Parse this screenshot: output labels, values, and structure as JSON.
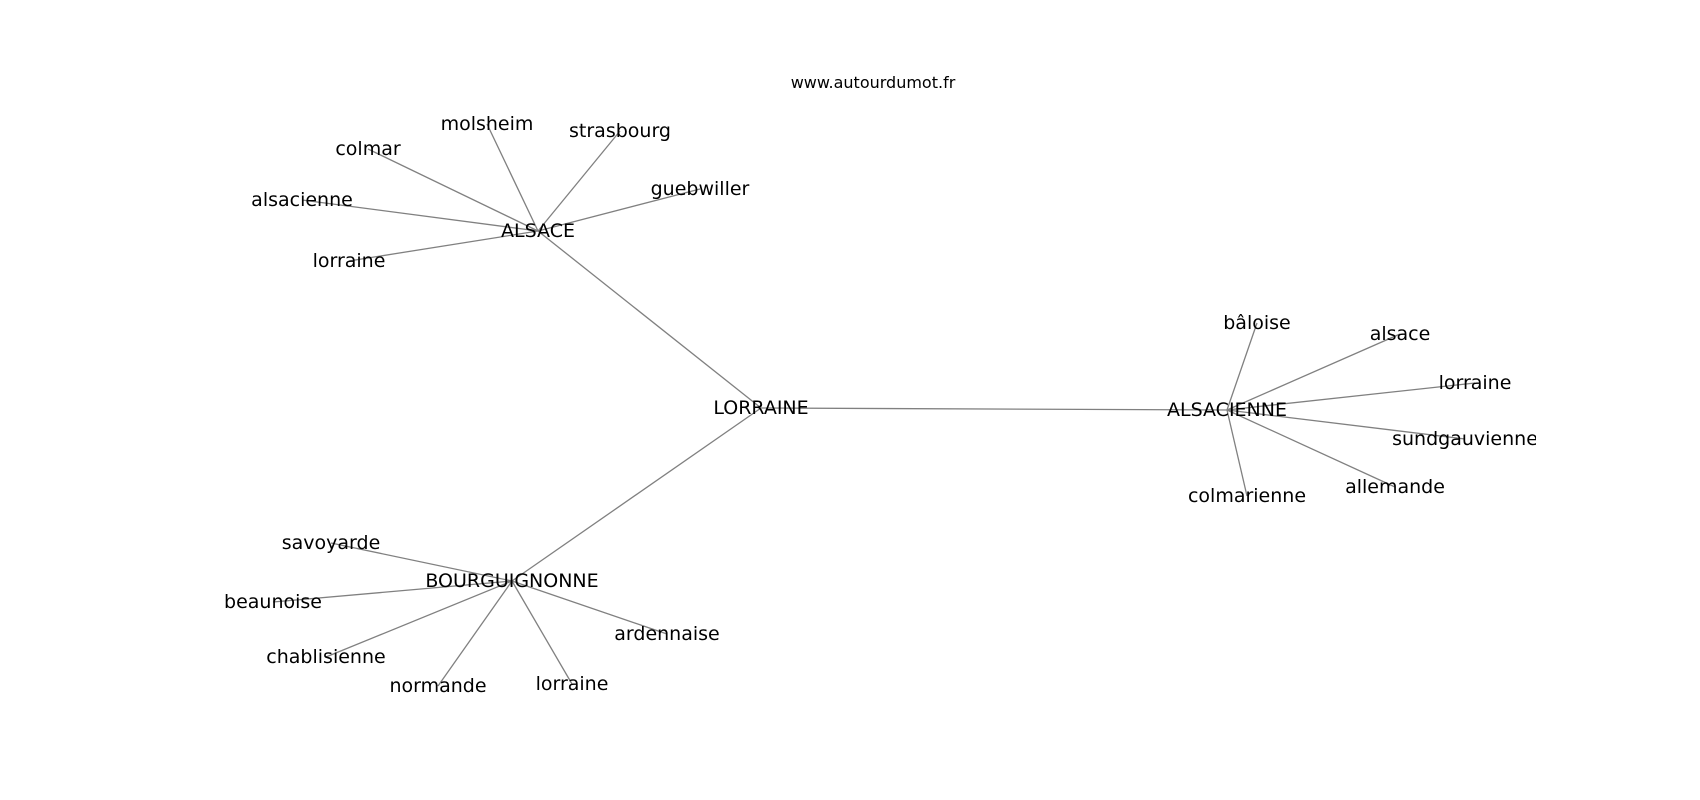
{
  "site": "www.autourdumot.fr",
  "graph": {
    "edge_color": "#808080",
    "hubs": [
      {
        "label": "LORRAINE"
      },
      {
        "label": "ALSACE"
      },
      {
        "label": "ALSACIENNE"
      },
      {
        "label": "BOURGUIGNONNE"
      }
    ],
    "alsace_words": [
      {
        "label": "molsheim"
      },
      {
        "label": "strasbourg"
      },
      {
        "label": "colmar"
      },
      {
        "label": "guebwiller"
      },
      {
        "label": "alsacienne"
      },
      {
        "label": "lorraine"
      }
    ],
    "alsacienne_words": [
      {
        "label": "bâloise"
      },
      {
        "label": "alsace"
      },
      {
        "label": "lorraine"
      },
      {
        "label": "sundgauvienne"
      },
      {
        "label": "allemande"
      },
      {
        "label": "colmarienne"
      }
    ],
    "bourguignonne_words": [
      {
        "label": "savoyarde"
      },
      {
        "label": "beaunoise"
      },
      {
        "label": "chablisienne"
      },
      {
        "label": "normande"
      },
      {
        "label": "lorraine"
      },
      {
        "label": "ardennaise"
      }
    ]
  }
}
